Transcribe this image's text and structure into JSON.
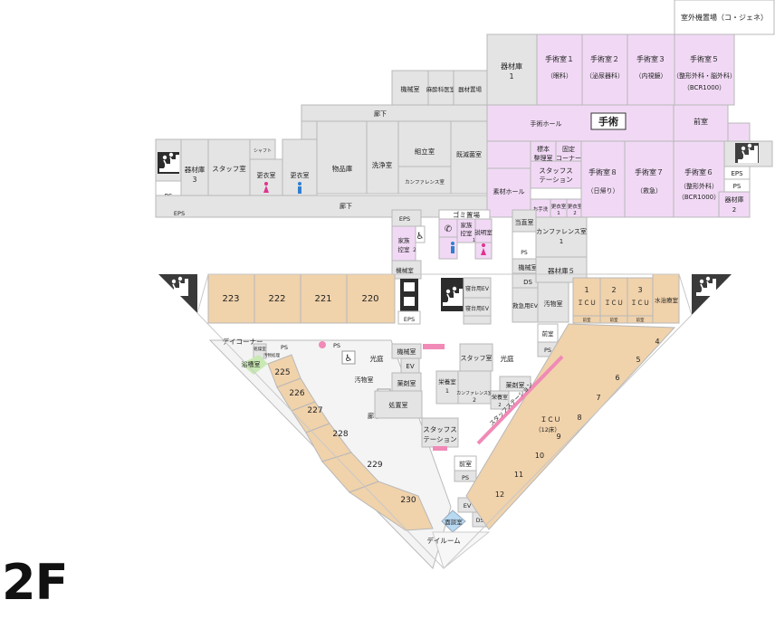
{
  "floor_label": "2F",
  "outdoor": "室外機置場（コ・ジェネ）",
  "surgery": {
    "or1": "手術室１",
    "or1_sub": "（眼科）",
    "or2": "手術室２",
    "or2_sub": "（泌尿器科）",
    "or3": "手術室３",
    "or3_sub": "（内視鏡）",
    "or5": "手術室５",
    "or5_sub": "（整形外科・脳外科）",
    "or5_sub2": "（BCR1000）",
    "or6": "手術室６",
    "or6_sub": "（整形外科）",
    "or6_sub2": "（BCR1000）",
    "or7": "手術室７",
    "or7_sub": "（救急）",
    "or8": "手術室８",
    "or8_sub": "（日帰り）",
    "hall": "手術ホール",
    "sign": "手術",
    "anteroom": "前室",
    "storage1": "器材庫",
    "storage1_n": "1",
    "storage2": "器材庫",
    "storage2_n": "2",
    "eps": "EPS",
    "ps": "PS",
    "specimen": "標本",
    "specimen2": "整理室",
    "fixed": "固定",
    "fixed2": "コーナー",
    "station": "スタッフス",
    "station2": "テーション",
    "clean_hall": "素材ホール",
    "handwash": "お手洗",
    "locker1": "更衣室",
    "locker1_n": "1",
    "locker2": "更衣室",
    "locker2_n": "2"
  },
  "upper": {
    "machine": "機械室",
    "anesth": "麻酔科医室",
    "equip": "器材置場",
    "corridor": "廊下",
    "goods": "物品庫",
    "wash": "洗浄室",
    "assembly": "組立室",
    "conf": "カンファレンス室",
    "steril": "既滅菌室",
    "storage3": "器材庫",
    "storage3_n": "3",
    "staff": "スタッフ室",
    "shaft": "シャフト",
    "locker_f": "更衣室",
    "locker_m": "更衣室",
    "ps": "PS",
    "eps": "EPS",
    "corridor2": "廊下"
  },
  "center": {
    "eps": "EPS",
    "family": "家族",
    "family2": "控室",
    "family_n": "２",
    "garbage": "ゴミ置場",
    "family_b": "家族",
    "family_b2": "控室",
    "family_b_n": "１",
    "explain": "説明室",
    "machine": "機械室",
    "ev_bed1": "寝台用EV",
    "ev_bed2": "寝台用EV",
    "eps2": "EPS",
    "night": "当直室",
    "conf": "カンファレンス室",
    "conf_n": "1",
    "ps": "PS",
    "machine2": "機械室",
    "ds": "DS",
    "storage5": "器材庫５",
    "er_ev": "救急用EV",
    "dirty": "汚物室"
  },
  "rooms": {
    "r223": "223",
    "r222": "222",
    "r221": "221",
    "r220": "220",
    "r225": "225",
    "r226": "226",
    "r227": "227",
    "r228": "228",
    "r229": "229",
    "r230": "230"
  },
  "icu": {
    "i1": "1",
    "i2": "2",
    "i3": "3",
    "icu": "ＩＣＵ",
    "ante": "前室",
    "water": "水治療室",
    "n4": "4",
    "n5": "5",
    "n6": "6",
    "n7": "7",
    "n8": "8",
    "n9": "9",
    "n10": "10",
    "n11": "11",
    "n12": "12",
    "big": "ＩＣＵ",
    "big_sub": "（12床）",
    "station": "スタッフステーション"
  },
  "lower": {
    "dayc": "デイコーナー",
    "bath": "浴槽室",
    "dryer": "乾燥室",
    "seal": "汚物処理",
    "ps": "PS",
    "dirty": "汚物室",
    "corridor": "廊下",
    "machine": "機械室",
    "ev": "EV",
    "med": "薬剤室",
    "light": "光庭",
    "light2": "光庭",
    "staff": "スタッフ室",
    "nutr": "栄養室",
    "nutr_n": "1",
    "conf": "カンファレンス室",
    "conf_n": "2",
    "dispense": "処置室",
    "med2": "薬剤室",
    "nutr2": "栄養室",
    "nutr2_n": "2",
    "station": "スタッフス",
    "station2": "テーション",
    "ante": "前室",
    "ps2": "PS",
    "ante2": "前室",
    "ps3": "PS",
    "ev2": "EV",
    "ds": "DS",
    "talk": "面談室",
    "dayroom": "デイルーム"
  }
}
